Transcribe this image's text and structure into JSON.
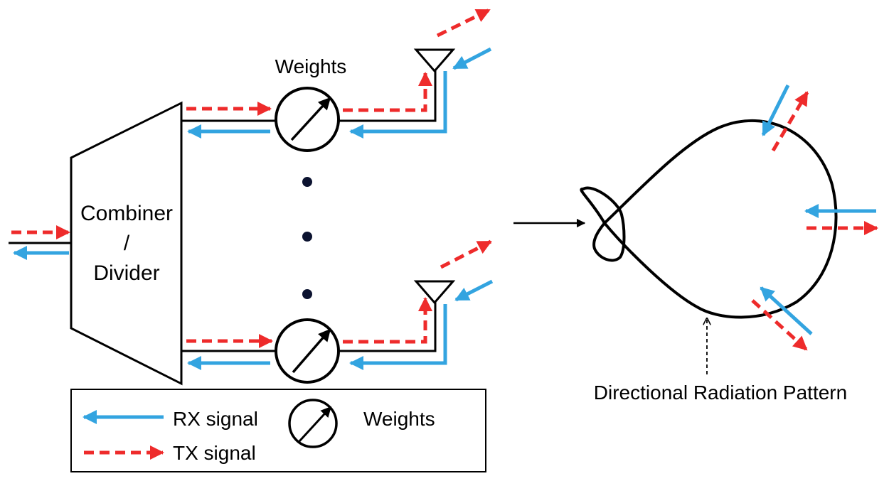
{
  "colors": {
    "line": "#000000",
    "rx": "#33a4e0",
    "tx": "#ee2b2b",
    "dot": "#0c1330",
    "background": "#ffffff"
  },
  "labels": {
    "weights_top": "Weights",
    "combiner_line1": "Combiner",
    "combiner_line2": "/",
    "combiner_line3": "Divider",
    "pattern": "Directional Radiation Pattern"
  },
  "legend": {
    "rx_label": "RX signal",
    "tx_label": "TX signal",
    "weights_label": "Weights"
  },
  "icons": {
    "antenna": "triangle-antenna-icon",
    "weight": "phase-weight-icon",
    "ellipsis": "vertical-ellipsis-dots"
  }
}
